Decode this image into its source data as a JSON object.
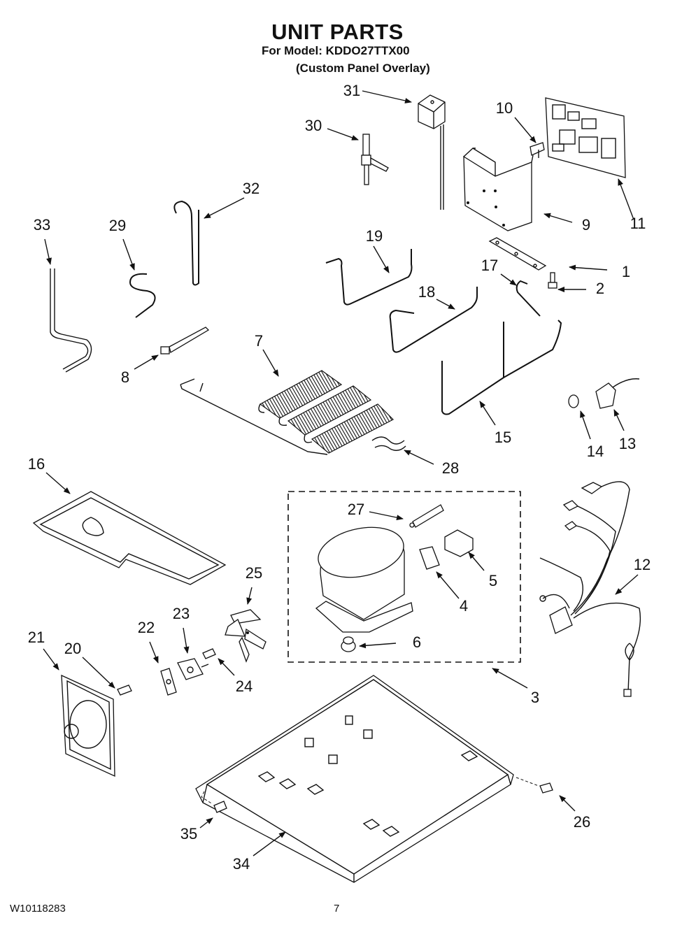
{
  "header": {
    "title": "UNIT PARTS",
    "model_line": "For Model: KDDO27TTX00",
    "variant_line": "(Custom Panel Overlay)"
  },
  "footer": {
    "document_number": "W10118283",
    "page_number": "7"
  },
  "callouts": [
    {
      "id": "1",
      "label": "1"
    },
    {
      "id": "2",
      "label": "2"
    },
    {
      "id": "3",
      "label": "3"
    },
    {
      "id": "4",
      "label": "4"
    },
    {
      "id": "5",
      "label": "5"
    },
    {
      "id": "6",
      "label": "6"
    },
    {
      "id": "7",
      "label": "7"
    },
    {
      "id": "8",
      "label": "8"
    },
    {
      "id": "9",
      "label": "9"
    },
    {
      "id": "10",
      "label": "10"
    },
    {
      "id": "11",
      "label": "11"
    },
    {
      "id": "12",
      "label": "12"
    },
    {
      "id": "13",
      "label": "13"
    },
    {
      "id": "14",
      "label": "14"
    },
    {
      "id": "15",
      "label": "15"
    },
    {
      "id": "16",
      "label": "16"
    },
    {
      "id": "17",
      "label": "17"
    },
    {
      "id": "18",
      "label": "18"
    },
    {
      "id": "19",
      "label": "19"
    },
    {
      "id": "20",
      "label": "20"
    },
    {
      "id": "21",
      "label": "21"
    },
    {
      "id": "22",
      "label": "22"
    },
    {
      "id": "23",
      "label": "23"
    },
    {
      "id": "24",
      "label": "24"
    },
    {
      "id": "25",
      "label": "25"
    },
    {
      "id": "26",
      "label": "26"
    },
    {
      "id": "27",
      "label": "27"
    },
    {
      "id": "28",
      "label": "28"
    },
    {
      "id": "29",
      "label": "29"
    },
    {
      "id": "30",
      "label": "30"
    },
    {
      "id": "31",
      "label": "31"
    },
    {
      "id": "32",
      "label": "32"
    },
    {
      "id": "33",
      "label": "33"
    },
    {
      "id": "34",
      "label": "34"
    },
    {
      "id": "35",
      "label": "35"
    }
  ]
}
